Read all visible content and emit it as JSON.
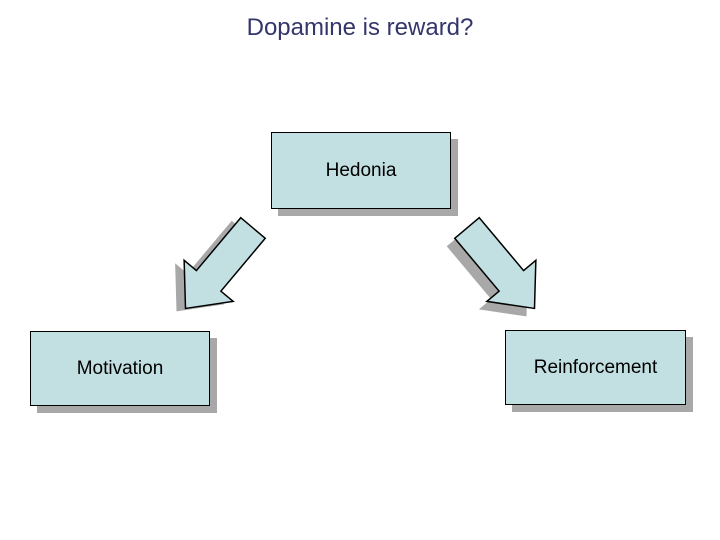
{
  "slide": {
    "title": "Dopamine is reward?",
    "nodes": [
      {
        "id": "hedonia",
        "label": "Hedonia"
      },
      {
        "id": "motivation",
        "label": "Motivation"
      },
      {
        "id": "reinforcement",
        "label": "Reinforcement"
      }
    ],
    "arrows": [
      {
        "id": "hedonia-to-motivation",
        "direction": "down-left"
      },
      {
        "id": "hedonia-to-reinforcement",
        "direction": "down-right"
      }
    ],
    "colors": {
      "background": "#FFFFFF",
      "title_text": "#34356B",
      "box_fill": "#C2DFE1",
      "box_border": "#000000",
      "box_text": "#000000",
      "shadow": "#A8A8A8"
    }
  }
}
